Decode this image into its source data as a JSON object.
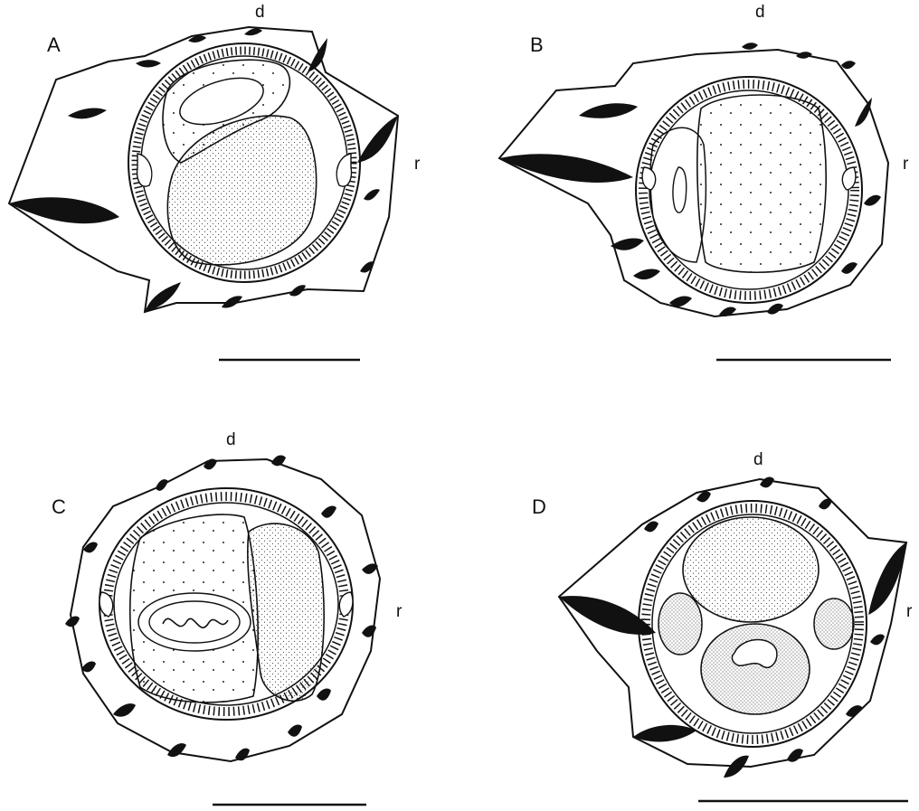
{
  "panels": [
    {
      "id": "A",
      "letter": "A",
      "dorsal": "d",
      "right": "r"
    },
    {
      "id": "B",
      "letter": "B",
      "dorsal": "d",
      "right": "r"
    },
    {
      "id": "C",
      "letter": "C",
      "dorsal": "d",
      "right": "r"
    },
    {
      "id": "D",
      "letter": "D",
      "dorsal": "d",
      "right": "r"
    }
  ],
  "colors": {
    "ink": "#111111",
    "paper": "#ffffff"
  }
}
